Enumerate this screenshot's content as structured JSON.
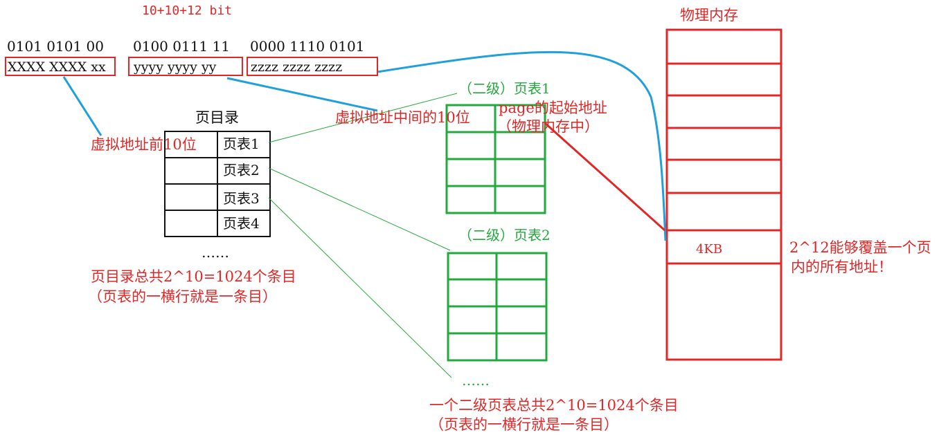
{
  "title": "10+10+12 bit",
  "bits": {
    "dir_bits": "0101 0101 00",
    "table_bits": "0100 0111 11",
    "offset_bits": "0000 1110 0101"
  },
  "fields": {
    "dir_field": "XXXX XXXX xx",
    "table_field": "yyyy yyyy yy",
    "offset_field": "zzzz zzzz zzzz"
  },
  "page_directory": {
    "title": "页目录",
    "rows": [
      "页表1",
      "页表2",
      "页表3",
      "页表4"
    ],
    "ellipsis": "……",
    "note_line1": "页目录总共2^10=1024个条目",
    "note_line2": "（页表的一横行就是一条目）"
  },
  "annotations": {
    "first10": "虚拟地址前10位",
    "middle10": "虚拟地址中间的10位",
    "page_start_line1": "page的起始地址",
    "page_start_line2": "（物理内存中）",
    "offset_cover_line1": "2^12能够覆盖一个页",
    "offset_cover_line2": "内的所有地址！"
  },
  "page_table_1": {
    "title": "（二级）页表1"
  },
  "page_table_2": {
    "title": "（二级）页表2"
  },
  "second_level_note": {
    "ellipsis": "……",
    "line1": "一个二级页表总共2^10=1024个条目",
    "line2": "（页表的一横行就是一条目）"
  },
  "physical_memory": {
    "title": "物理内存",
    "page_label": "4KB"
  },
  "colors": {
    "red": "#e02727",
    "green": "#22a93c",
    "blue": "#1fa0dc",
    "black": "#111111"
  }
}
